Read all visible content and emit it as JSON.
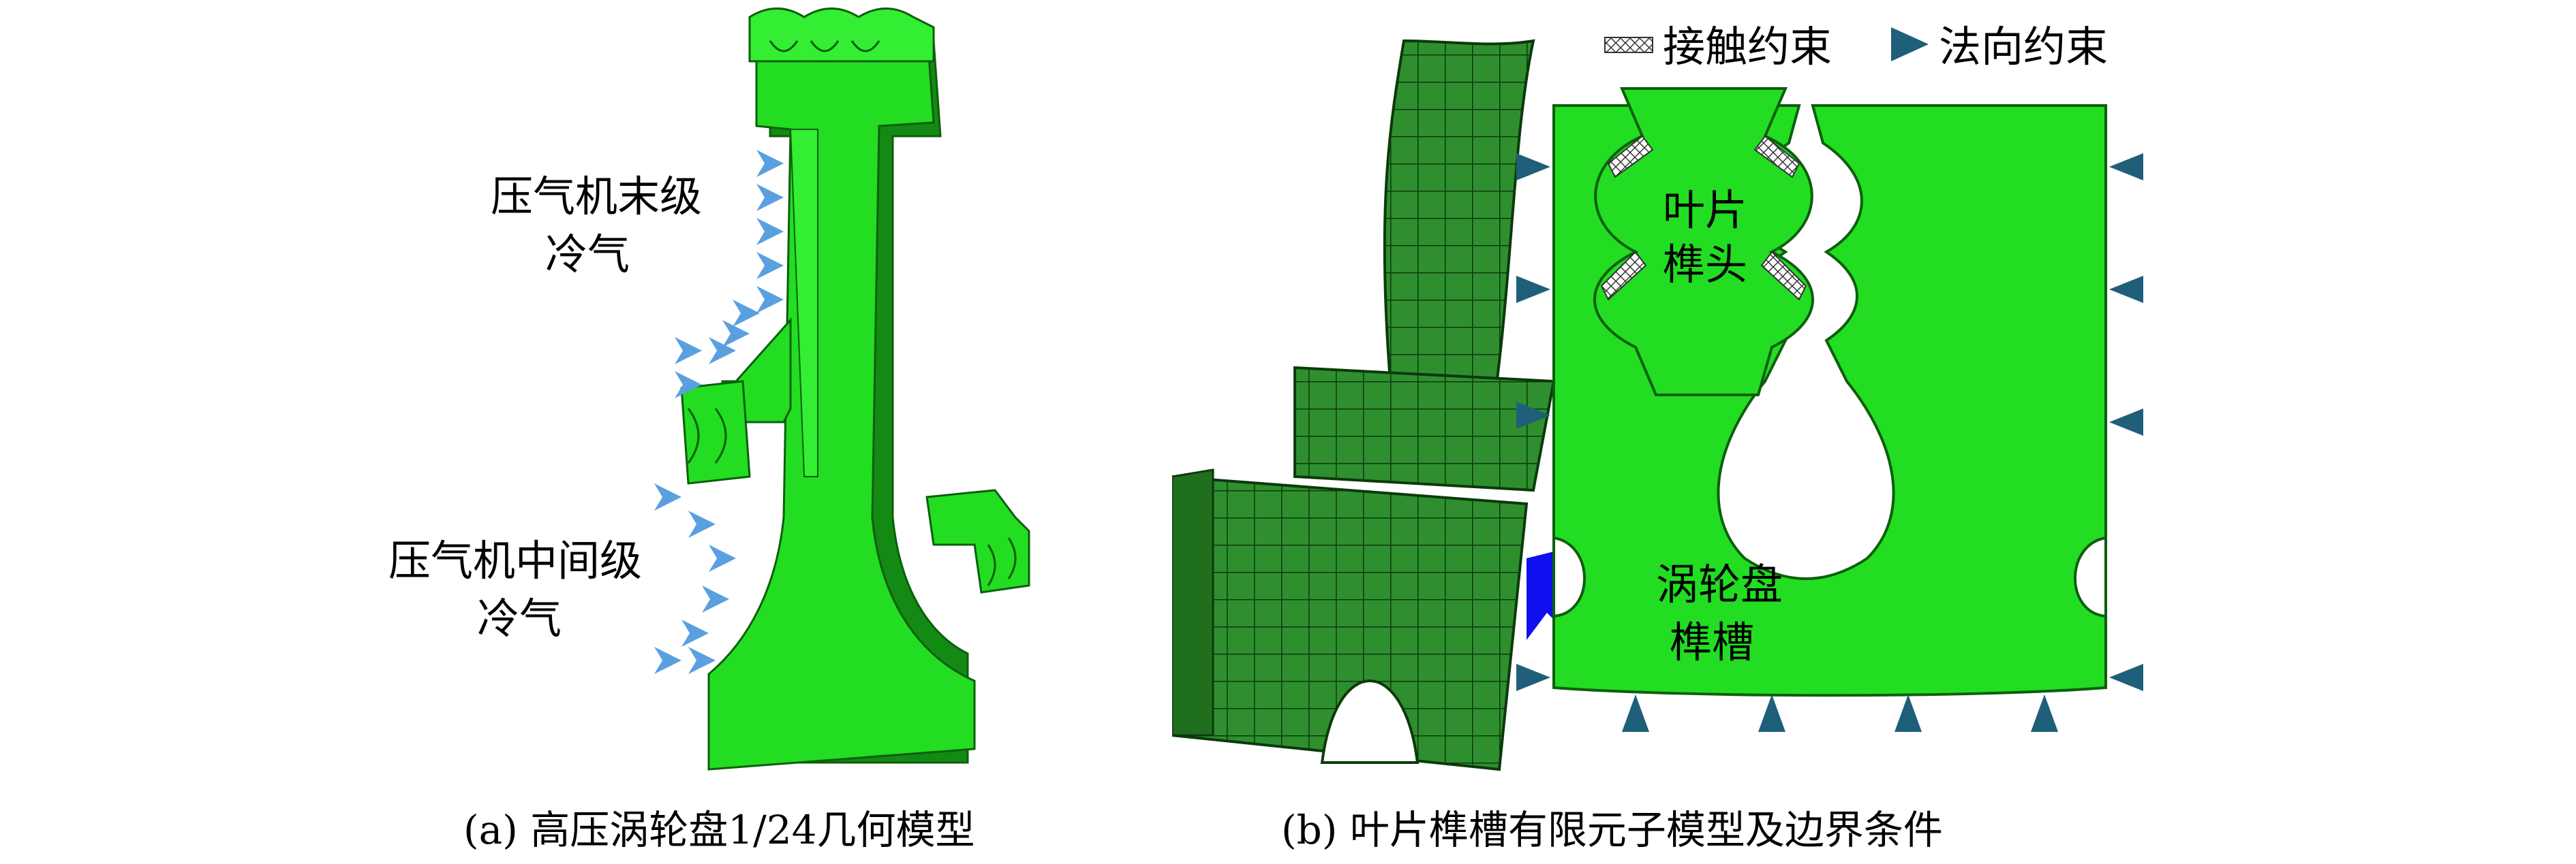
{
  "panel_a": {
    "label_last_stage": [
      "压气机末级",
      "冷气"
    ],
    "label_mid_stage": [
      "压气机中间级",
      "冷气"
    ],
    "caption": "(a) 高压涡轮盘1/24几何模型"
  },
  "panel_b": {
    "legend": {
      "contact": "接触约束",
      "normal": "法向约束"
    },
    "blade_root": [
      "叶片",
      "榫头"
    ],
    "disk_slot": [
      "涡轮盘",
      "榫槽"
    ],
    "caption": "(b) 叶片榫槽有限元子模型及边界条件"
  },
  "colors": {
    "model_green": "#22dd22",
    "model_dark": "#138a13",
    "arrow_blue": "#5aa0e0",
    "constraint_teal": "#1f5f7a",
    "big_arrow": "#1010ee"
  }
}
